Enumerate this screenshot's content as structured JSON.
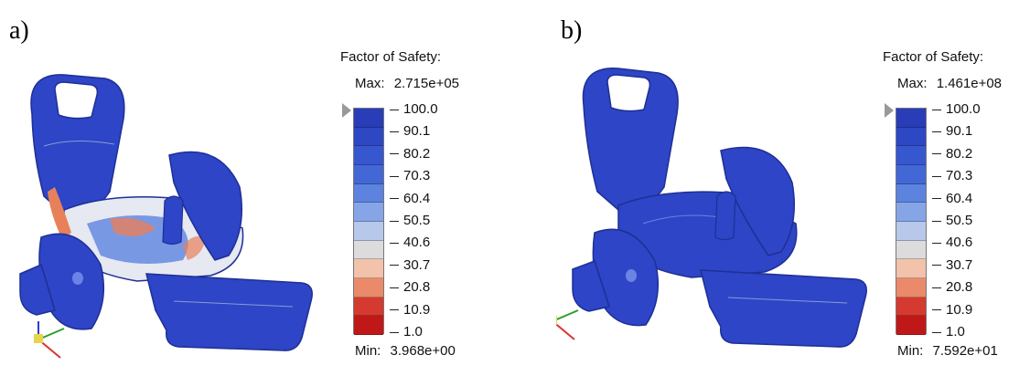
{
  "panels": [
    {
      "label": "a)",
      "legend": {
        "title": "Factor of Safety:",
        "max_label": "Max:",
        "max_value": "2.715e+05",
        "min_label": "Min:",
        "min_value": "3.968e+00",
        "ticks": [
          "100.0",
          "90.1",
          "80.2",
          "70.3",
          "60.4",
          "50.5",
          "40.6",
          "30.7",
          "20.8",
          "10.9",
          "1.0"
        ]
      }
    },
    {
      "label": "b)",
      "legend": {
        "title": "Factor of Safety:",
        "max_label": "Max:",
        "max_value": "1.461e+08",
        "min_label": "Min:",
        "min_value": "7.592e+01",
        "ticks": [
          "100.0",
          "90.1",
          "80.2",
          "70.3",
          "60.4",
          "50.5",
          "40.6",
          "30.7",
          "20.8",
          "10.9",
          "1.0"
        ]
      }
    }
  ],
  "colors": {
    "scale": [
      "#2a3db8",
      "#2e48c4",
      "#3757cf",
      "#4368d6",
      "#5c83de",
      "#86a5e6",
      "#b8c8ea",
      "#dcdcdc",
      "#f2c2aa",
      "#ea8a6a",
      "#d43a2f",
      "#c01818"
    ],
    "model_blue": "#2d45c6",
    "model_blue_dark": "#1f2f94",
    "model_highlight": "#6a83e4",
    "stress_orange": "#e8805a",
    "stress_white": "#e6e8f2"
  },
  "axes_icons": [
    "axis-triad-icon"
  ]
}
